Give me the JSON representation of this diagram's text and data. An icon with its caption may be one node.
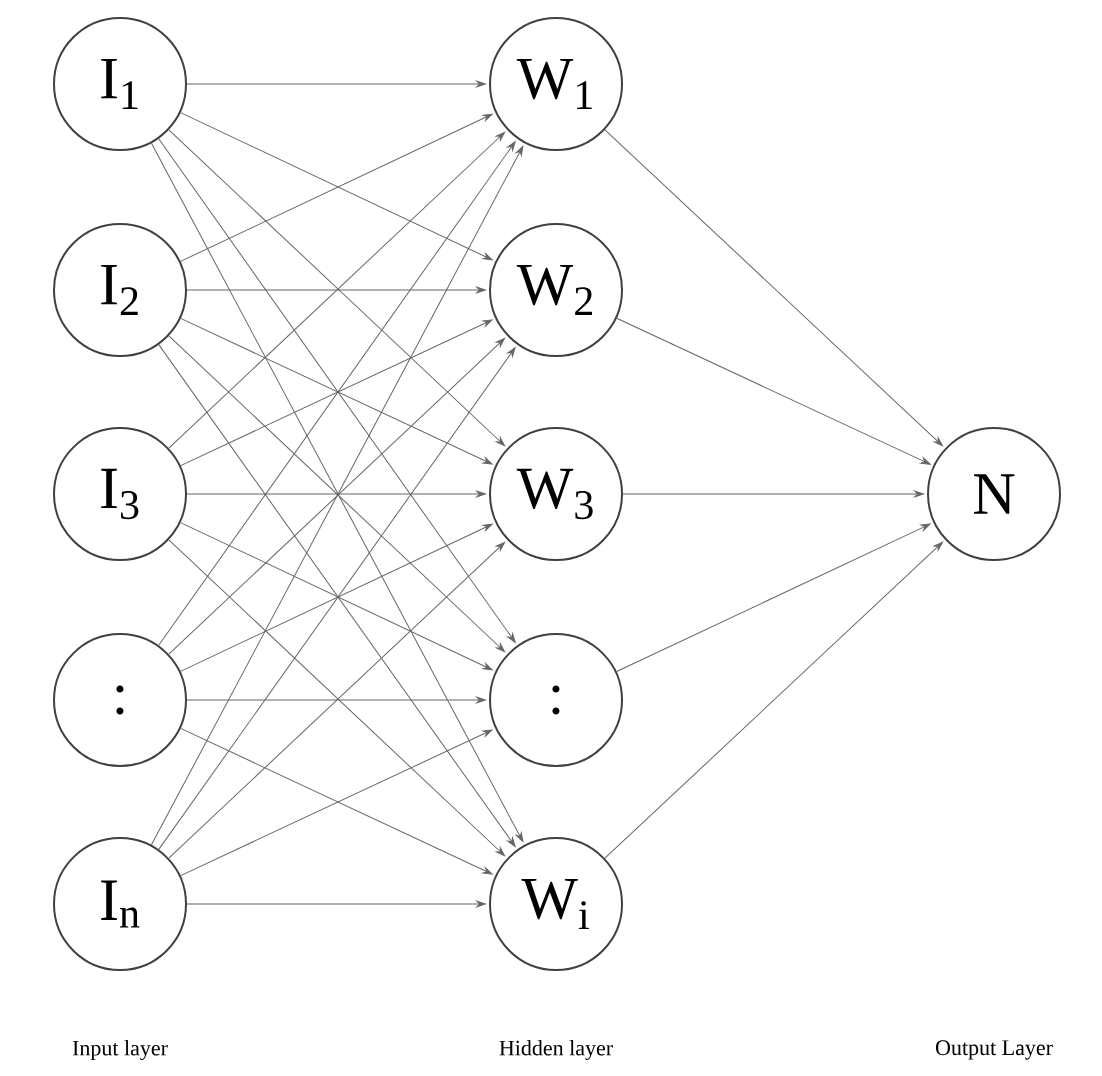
{
  "diagram": {
    "nodes": [
      {
        "text": [
          "I$_{1}$"
        ]
      },
      {
        "text": [
          "I$_{2}$"
        ]
      },
      {
        "text": [
          "I$_{3}$"
        ]
      },
      {
        "text": [
          ":"
        ]
      },
      {
        "text": [
          "I$_{n}$"
        ]
      },
      {
        "text": [
          "W$_{1}$"
        ]
      },
      {
        "text": [
          "W$_{2}$"
        ]
      },
      {
        "text": [
          "W$_{3}$"
        ]
      },
      {
        "text": [
          ":"
        ]
      },
      {
        "text": [
          "W$_{i}$"
        ]
      },
      {
        "text": [
          "N"
        ]
      }
    ],
    "edges": [
      {
        "from": 0,
        "to": 5,
        "arrow": "to"
      },
      {
        "from": 0,
        "to": 6,
        "arrow": "to"
      },
      {
        "from": 0,
        "to": 7,
        "arrow": "to"
      },
      {
        "from": 0,
        "to": 8,
        "arrow": "to"
      },
      {
        "from": 0,
        "to": 9,
        "arrow": "to"
      },
      {
        "from": 1,
        "to": 5,
        "arrow": "to"
      },
      {
        "from": 1,
        "to": 6,
        "arrow": "to"
      },
      {
        "from": 1,
        "to": 7,
        "arrow": "to"
      },
      {
        "from": 1,
        "to": 8,
        "arrow": "to"
      },
      {
        "from": 1,
        "to": 9,
        "arrow": "to"
      },
      {
        "from": 2,
        "to": 5,
        "arrow": "to"
      },
      {
        "from": 2,
        "to": 6,
        "arrow": "to"
      },
      {
        "from": 2,
        "to": 7,
        "arrow": "to"
      },
      {
        "from": 2,
        "to": 8,
        "arrow": "to"
      },
      {
        "from": 2,
        "to": 9,
        "arrow": "to"
      },
      {
        "from": 3,
        "to": 5,
        "arrow": "to"
      },
      {
        "from": 3,
        "to": 6,
        "arrow": "to"
      },
      {
        "from": 3,
        "to": 7,
        "arrow": "to"
      },
      {
        "from": 3,
        "to": 8,
        "arrow": "to"
      },
      {
        "from": 3,
        "to": 9,
        "arrow": "to"
      },
      {
        "from": 4,
        "to": 5,
        "arrow": "to"
      },
      {
        "from": 4,
        "to": 6,
        "arrow": "to"
      },
      {
        "from": 4,
        "to": 7,
        "arrow": "to"
      },
      {
        "from": 4,
        "to": 8,
        "arrow": "to"
      },
      {
        "from": 4,
        "to": 9,
        "arrow": "to"
      },
      {
        "from": 5,
        "to": 10,
        "arrow": "to"
      },
      {
        "from": 6,
        "to": 10,
        "arrow": "to"
      },
      {
        "from": 7,
        "to": 10,
        "arrow": "to"
      },
      {
        "from": 8,
        "to": 10,
        "arrow": "to"
      },
      {
        "from": 9,
        "to": 10,
        "arrow": "to"
      }
    ],
    "labels": [
      "Input layer",
      "Hidden layer",
      "Output Layer"
    ]
  }
}
